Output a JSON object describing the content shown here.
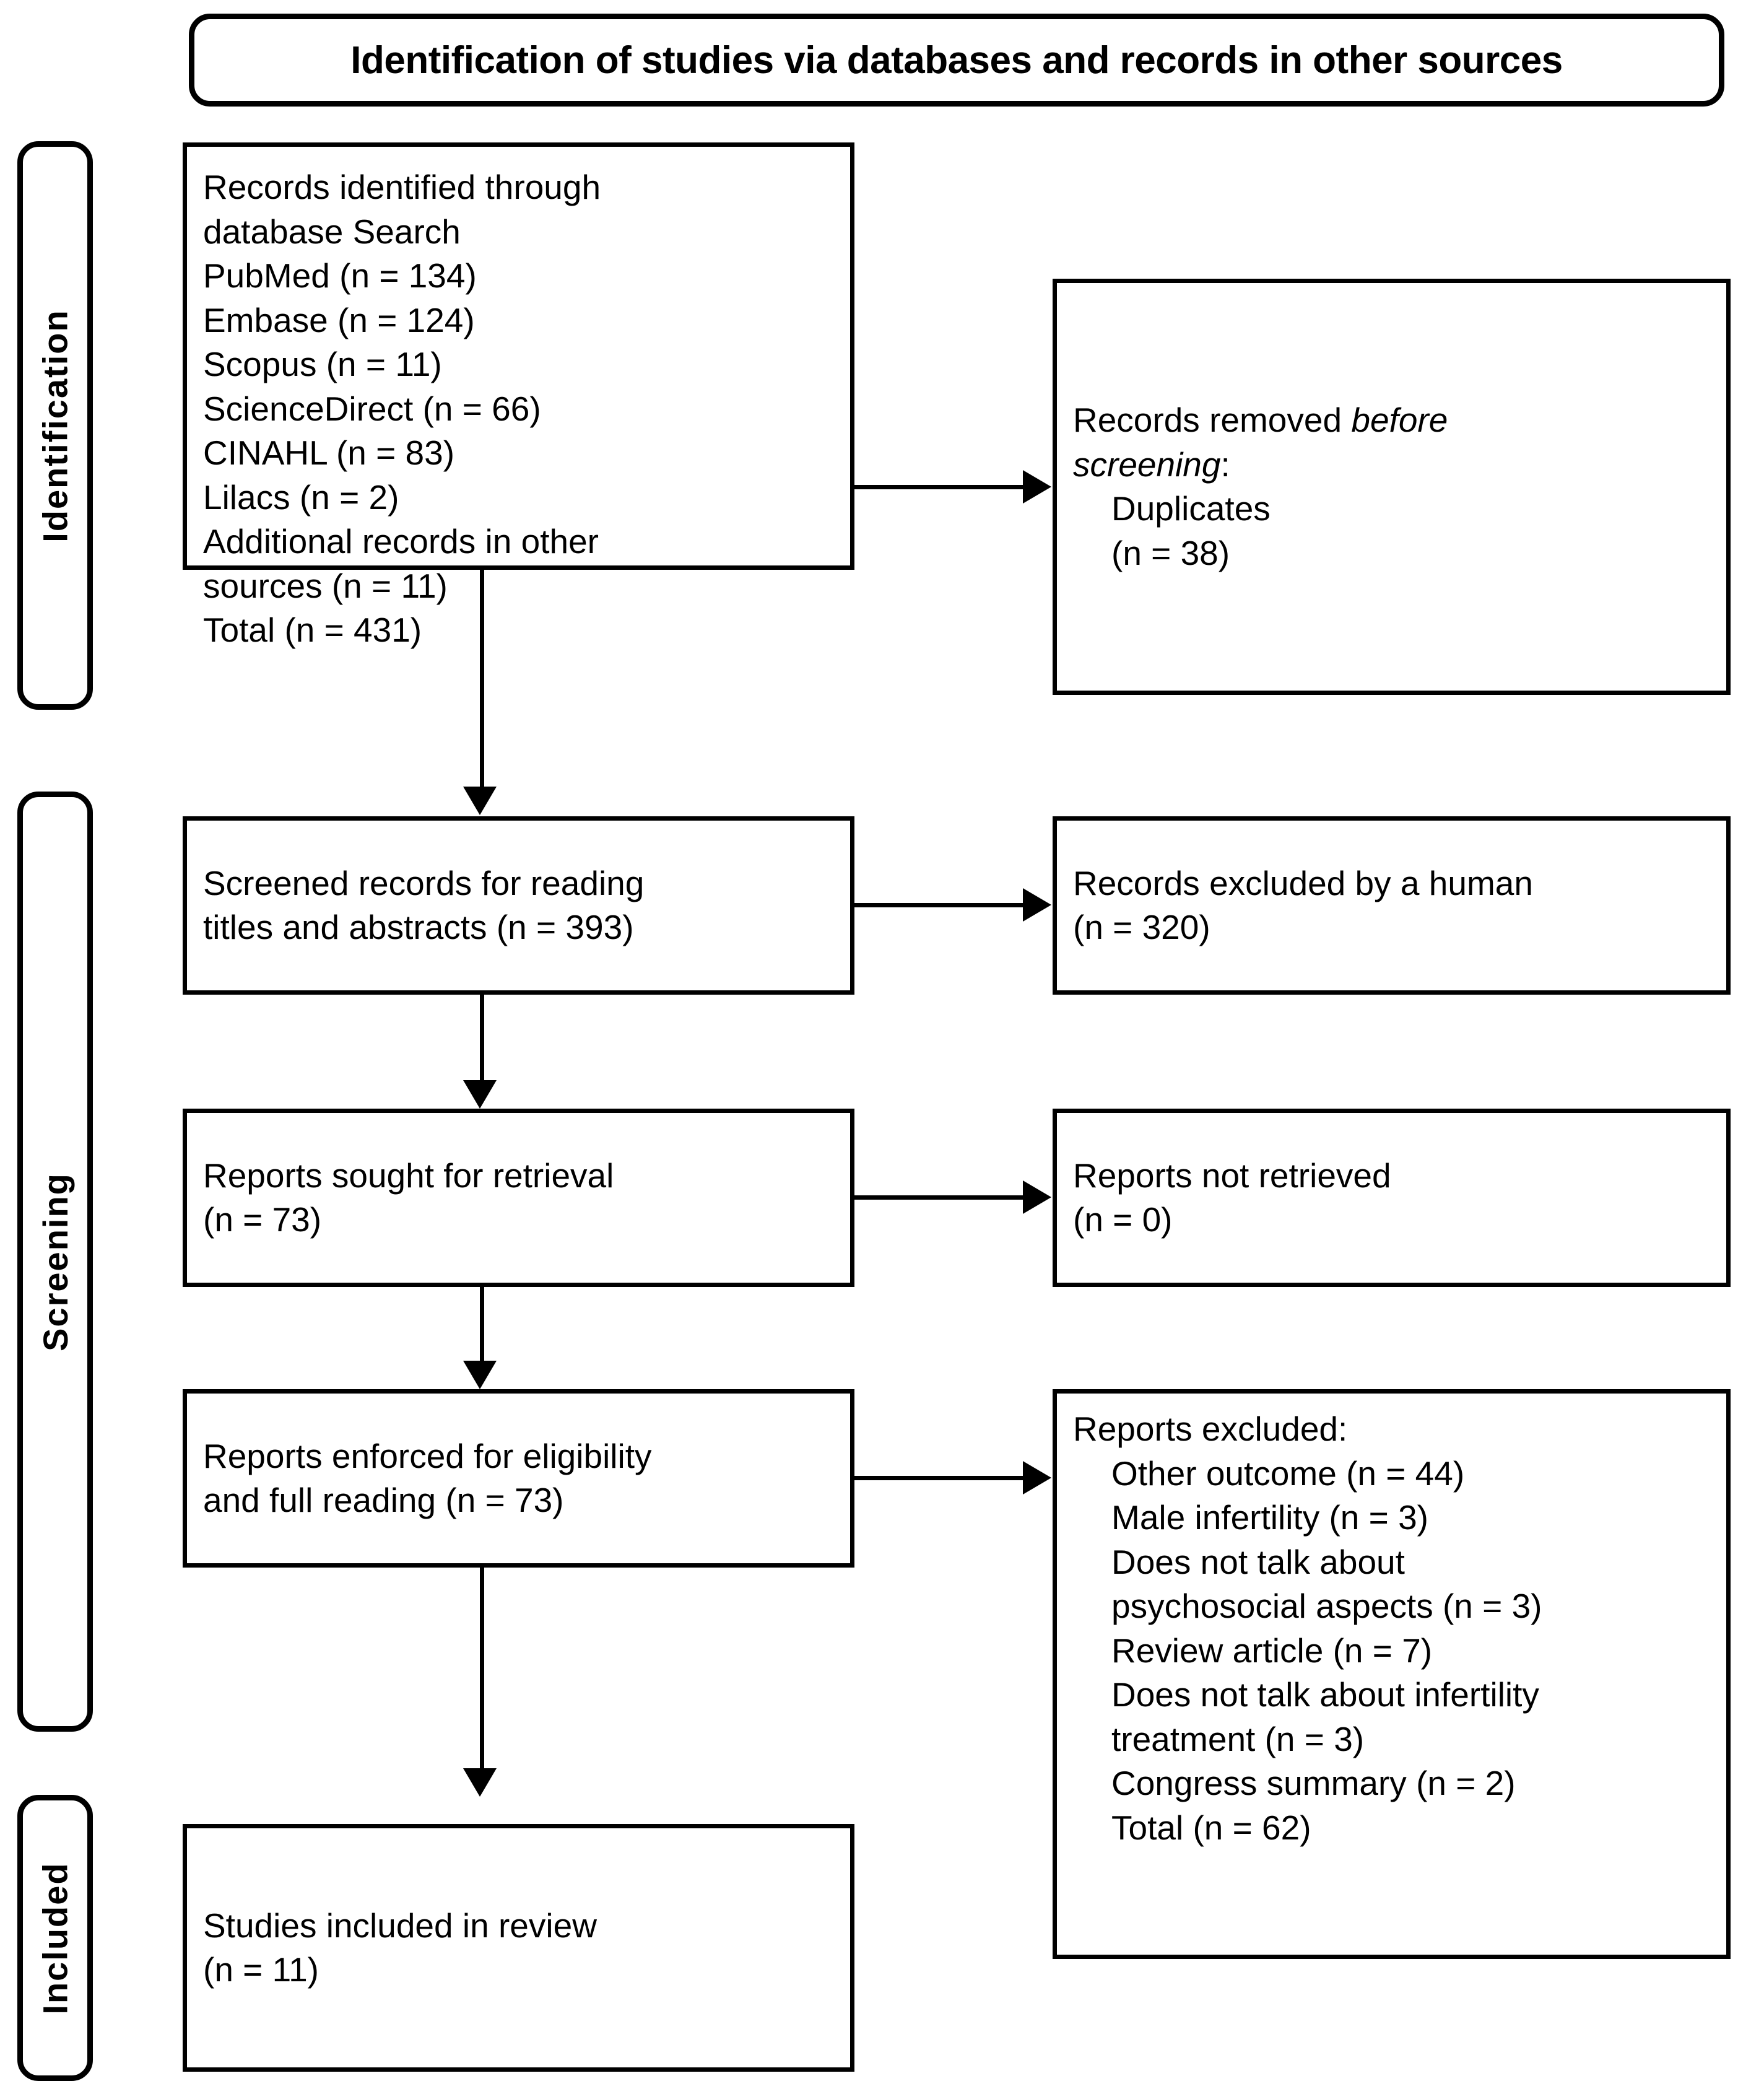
{
  "diagram": {
    "title": "Identification of studies via databases and records in other sources",
    "stages": [
      {
        "key": "identification",
        "label": "Identification"
      },
      {
        "key": "screening",
        "label": "Screening"
      },
      {
        "key": "included",
        "label": "Included"
      }
    ],
    "boxes": {
      "records_identified": {
        "name": "Records identified through database Search",
        "lines": [
          "Records identified through",
          "database Search",
          "PubMed (n = 134)",
          "Embase (n = 124)",
          "Scopus (n = 11)",
          "ScienceDirect (n = 66)",
          "CINAHL (n = 83)",
          "Lilacs (n = 2)",
          "Additional records in other",
          "sources (n = 11)",
          "Total (n = 431)"
        ],
        "text": "Records identified through\ndatabase Search\nPubMed (n = 134)\nEmbase (n = 124)\nScopus (n = 11)\nScienceDirect (n = 66)\nCINAHL (n = 83)\nLilacs (n = 2)\nAdditional records in other\nsources (n = 11)\nTotal (n = 431)",
        "counts": {
          "PubMed": 134,
          "Embase": 124,
          "Scopus": 11,
          "ScienceDirect": 66,
          "CINAHL": 83,
          "Lilacs": 2,
          "Additional records in other sources": 11,
          "Total": 431
        }
      },
      "records_removed": {
        "line1_normal": "Records removed ",
        "line1_italic": "before",
        "line2_italic": "screening",
        "line2_colon": ":",
        "line3": "Duplicates",
        "line4": "(n = 38)",
        "count": 38
      },
      "screened_records": {
        "text": "Screened records for reading\ntitles and abstracts (n = 393)",
        "count": 393
      },
      "records_excluded_human": {
        "text": "Records excluded by a human\n(n = 320)",
        "count": 320
      },
      "reports_sought": {
        "text": "Reports sought for retrieval\n(n = 73)",
        "count": 73
      },
      "reports_not_retrieved": {
        "text": "Reports not retrieved\n(n = 0)",
        "count": 0
      },
      "reports_eligibility": {
        "text": "Reports enforced for eligibility\nand full reading (n = 73)",
        "count": 73
      },
      "reports_excluded": {
        "header": "Reports excluded:",
        "items": [
          "Other outcome (n = 44)",
          "Male infertility (n = 3)",
          "Does not talk about",
          "psychosocial aspects (n = 3)",
          "Review article (n = 7)",
          "Does not talk about infertility",
          "treatment (n = 3)",
          "Congress summary (n = 2)",
          "Total (n = 62)"
        ],
        "items_text": "Other outcome (n = 44)\nMale infertility (n = 3)\nDoes not talk about\npsychosocial aspects (n = 3)\nReview article (n = 7)\nDoes not talk about infertility\ntreatment (n = 3)\nCongress summary (n = 2)\nTotal (n = 62)",
        "counts": {
          "Other outcome": 44,
          "Male infertility": 3,
          "Does not talk about psychosocial aspects": 3,
          "Review article": 7,
          "Does not talk about infertility treatment": 3,
          "Congress summary": 2,
          "Total": 62
        }
      },
      "studies_included": {
        "text": "Studies included in review\n(n = 11)",
        "count": 11
      }
    },
    "colors": {
      "stroke": "#000000",
      "background": "#ffffff",
      "text": "#000000"
    }
  }
}
